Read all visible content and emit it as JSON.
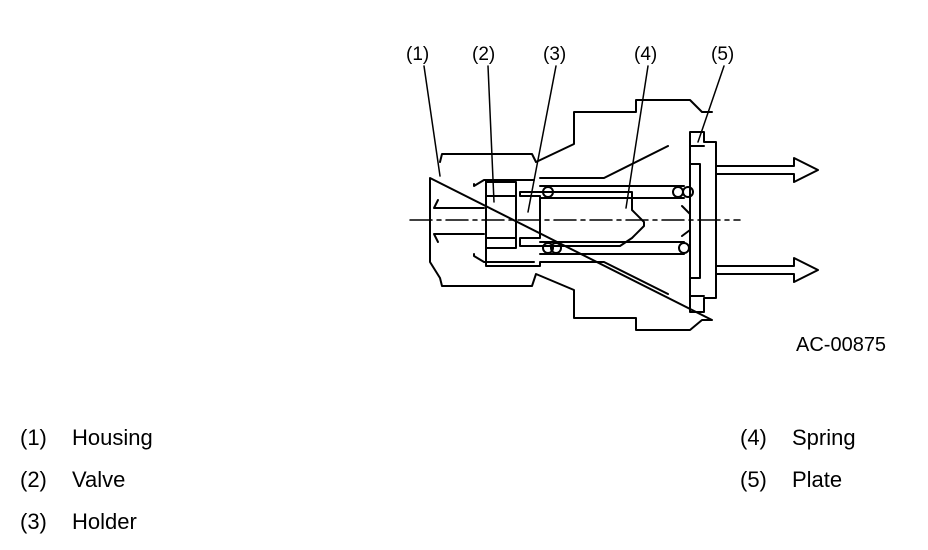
{
  "figure_code": "AC-00875",
  "callouts": [
    "(1)",
    "(2)",
    "(3)",
    "(4)",
    "(5)"
  ],
  "legend": [
    {
      "number": "(1)",
      "label": "Housing"
    },
    {
      "number": "(2)",
      "label": "Valve"
    },
    {
      "number": "(3)",
      "label": "Holder"
    },
    {
      "number": "(4)",
      "label": "Spring"
    },
    {
      "number": "(5)",
      "label": "Plate"
    }
  ]
}
